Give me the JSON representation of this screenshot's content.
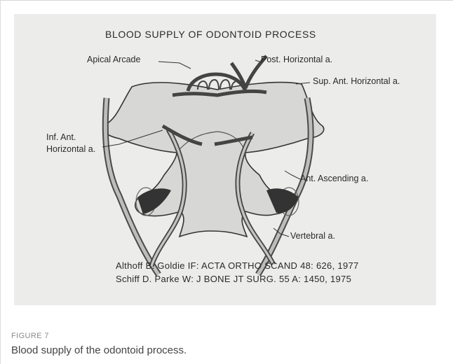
{
  "figure": {
    "title": "BLOOD SUPPLY OF ODONTOID PROCESS",
    "labels": {
      "apical_arcade": "Apical Arcade",
      "post_horizontal": "Post. Horizontal a.",
      "sup_ant_horizontal": "Sup. Ant. Horizontal a.",
      "inf_ant_line1": "Inf. Ant.",
      "inf_ant_line2": "Horizontal a.",
      "ant_ascending": "Ant. Ascending a.",
      "vertebral": "Vertebral a."
    },
    "references": [
      "Althoff B. Goldie IF: ACTA ORTHO SCAND  48: 626, 1977",
      "Schiff D. Parke W: J BONE JT SURG.  55 A: 1450, 1975"
    ]
  },
  "caption": {
    "label": "FIGURE 7",
    "text": "Blood supply of the odontoid process."
  }
}
